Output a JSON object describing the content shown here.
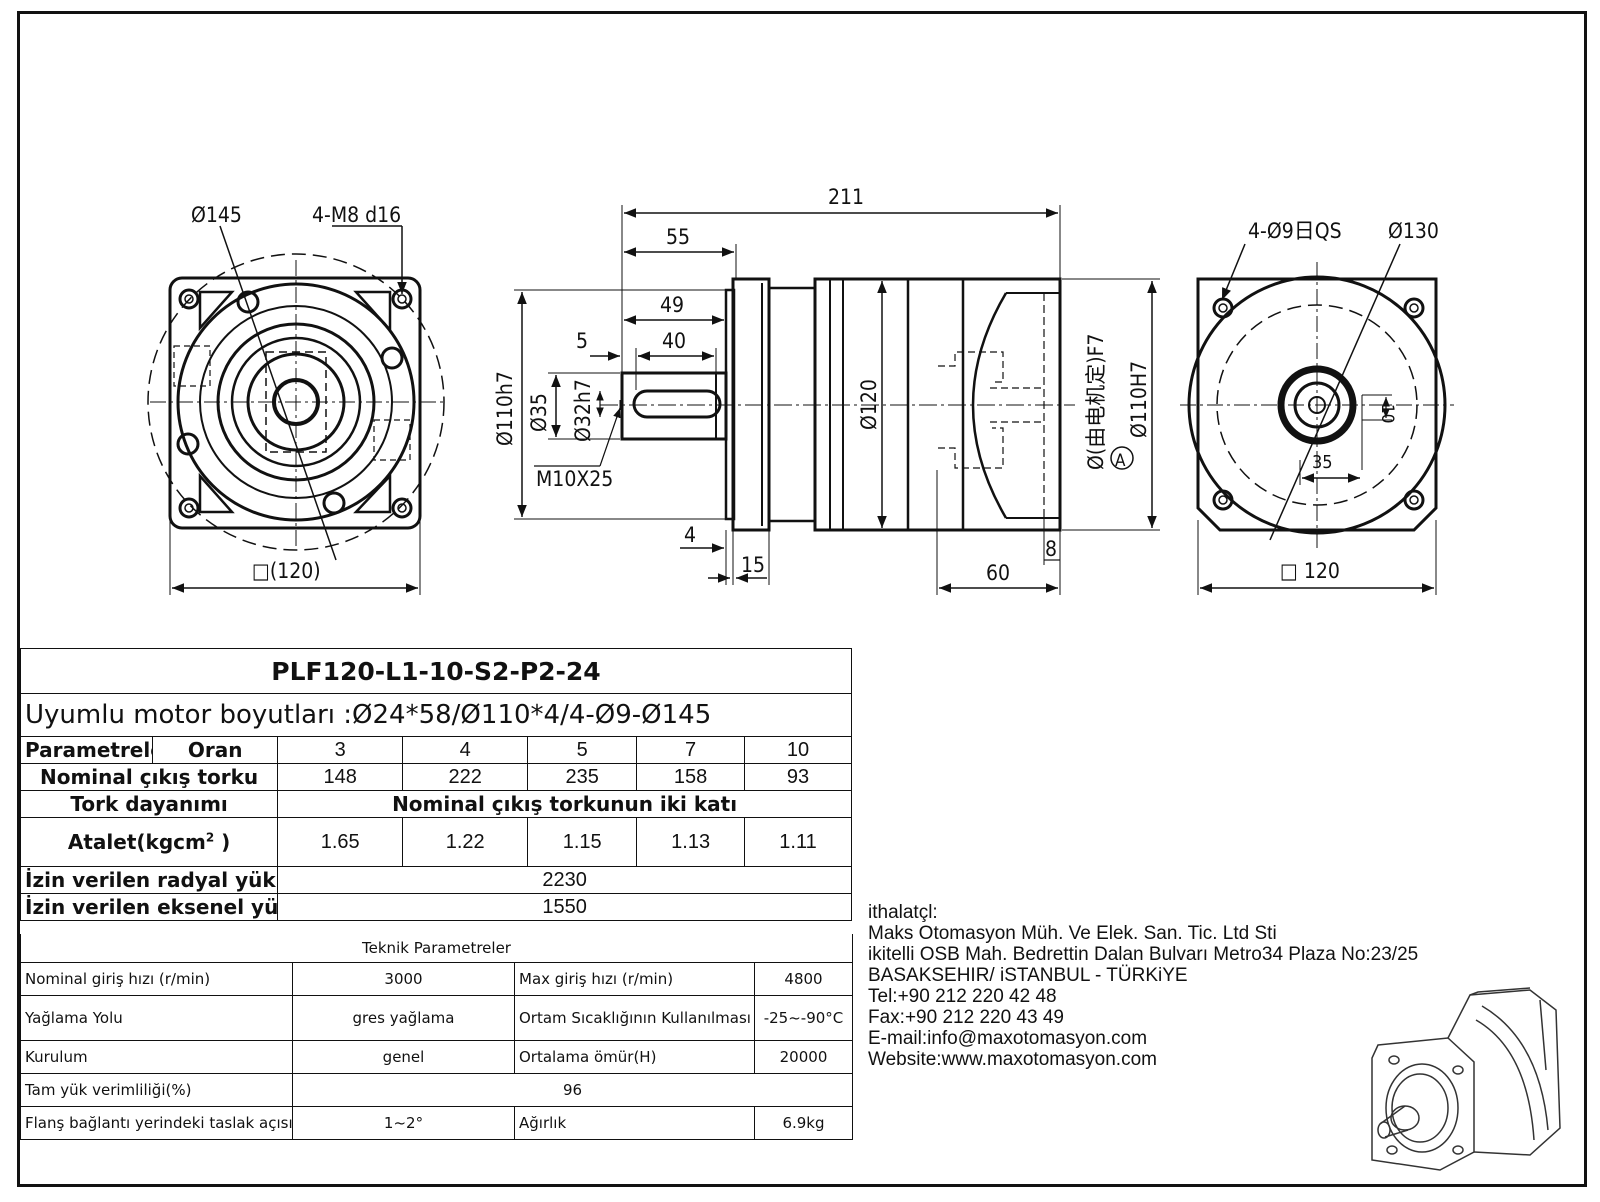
{
  "model": "PLF120-L1-10-S2-P2-24",
  "motor_dims": "Uyumlu motor boyutları :Ø24*58/Ø110*4/4-Ø9-Ø145",
  "drawing_labels": {
    "front_dia145": "Ø145",
    "front_holes": "4-M8 d16",
    "front_square": "□(120)",
    "side_211": "211",
    "side_55": "55",
    "side_49": "49",
    "side_40": "40",
    "side_5": "5",
    "side_110h7": "Ø110h7",
    "side_35": "Ø35",
    "side_32h7": "Ø32h7",
    "side_m10": "M10X25",
    "side_120": "Ø120",
    "side_motor_dia": "Ø(由电机定)F7",
    "side_110H7": "Ø110H7",
    "side_A": "A",
    "side_4": "4",
    "side_15": "15",
    "side_60": "60",
    "side_8": "8",
    "rear_holes": "4-Ø9日QS",
    "rear_dia130": "Ø130",
    "rear_10": "10",
    "rear_35": "35",
    "rear_square": "□ 120"
  },
  "main_table": {
    "param_label": "Parametreler",
    "oran_label": "Oran",
    "ratios": [
      "3",
      "4",
      "5",
      "7",
      "10"
    ],
    "torque_label": "Nominal çıkış torku",
    "torque": [
      "148",
      "222",
      "235",
      "158",
      "93"
    ],
    "resistance_label": "Tork dayanımı",
    "resistance_value": "Nominal çıkış torkunun iki katı",
    "inertia_label": "Atalet(kgcm",
    "inertia_sup": "2",
    "inertia_close": " )",
    "inertia": [
      "1.65",
      "1.22",
      "1.15",
      "1.13",
      "1.11"
    ],
    "radial_label": "İzin verilen radyal yük N",
    "radial_value": "2230",
    "axial_label": "İzin verilen eksenel yük N",
    "axial_value": "1550"
  },
  "tech_table": {
    "title": "Teknik Parametreler",
    "rows": [
      {
        "l1": "Nominal giriş hızı  (r/min)",
        "v1": "3000",
        "l2": "Max giriş hızı (r/min)",
        "v2": "4800"
      },
      {
        "l1": "Yağlama Yolu",
        "v1": "gres yağlama",
        "l2": "Ortam Sıcaklığının Kullanılması",
        "v2": "-25~-90°C"
      },
      {
        "l1": "Kurulum",
        "v1": "genel",
        "l2": "Ortalama ömür(H)",
        "v2": "20000"
      }
    ],
    "eff_label": "Tam yük verimliliği(%)",
    "eff_value": "96",
    "flange_label": "Flanş bağlantı yerindeki taslak açısı",
    "flange_value": "1~2°",
    "weight_label": "Ağırlık",
    "weight_value": "6.9kg"
  },
  "contact": {
    "l1": "ithalatçl:",
    "l2": "Maks Otomasyon Müh. Ve Elek. San. Tic. Ltd  Sti",
    "l3": "ikitelli OSB Mah. Bedrettin Dalan Bulvarı    Metro34 Plaza No:23/25",
    "l4": " BASAKSEHIR/ iSTANBUL - TÜRKiYE",
    "l5": "Tel:+90 212 220 42 48",
    "l6": "Fax:+90 212 220 43 49",
    "l7": "E-mail:info@maxotomasyon.com",
    "l8": "Website:www.maxotomasyon.com"
  }
}
